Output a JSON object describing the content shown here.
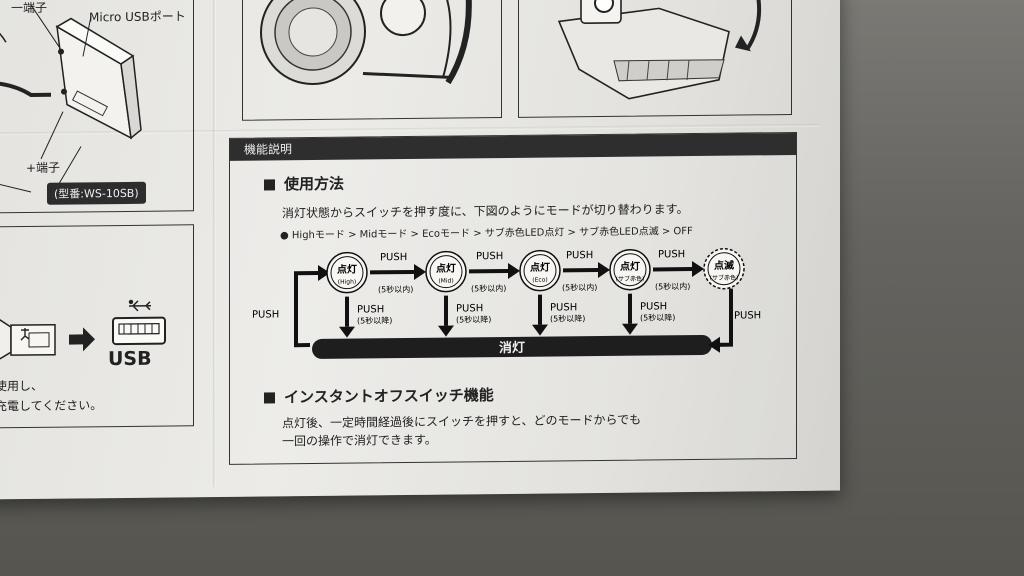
{
  "left_panel": {
    "terminal_minus": "一端子",
    "micro_usb_port": "Micro USBポート",
    "terminal_plus": "+端子",
    "model_label": "(型番:WS-10SB)",
    "usb_label": "USB",
    "charge_text_1": "ルを使用し、",
    "charge_text_2": "から充電してください。"
  },
  "function_section": {
    "header": "機能説明",
    "usage_title": "使用方法",
    "usage_desc": "消灯状態からスイッチを押す度に、下図のようにモードが切り替わります。",
    "mode_sequence": "● Highモード > Midモード > Ecoモード > サブ赤色LED点灯 > サブ赤色LED点滅 >  OFF",
    "modes": [
      {
        "label": "点灯",
        "sub": "(High)"
      },
      {
        "label": "点灯",
        "sub": "(Mid)"
      },
      {
        "label": "点灯",
        "sub": "(Eco)"
      },
      {
        "label": "点灯",
        "sub": "(サブ赤色)"
      },
      {
        "label": "点滅",
        "sub": "(サブ赤色)"
      }
    ],
    "push": "PUSH",
    "within5": "(5秒以内)",
    "after5": "(5秒以降)",
    "off_bar": "消灯",
    "instant_title": "インスタントオフスイッチ機能",
    "instant_desc_1": "点灯後、一定時間経過後にスイッチを押すと、どのモードからでも",
    "instant_desc_2": "一回の操作で消灯できます。"
  }
}
